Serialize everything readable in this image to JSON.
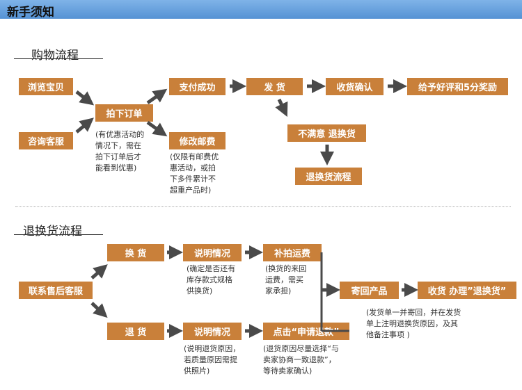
{
  "header": {
    "title": "新手须知"
  },
  "shopping": {
    "title": "购物流程",
    "boxes": {
      "browse": "浏览宝贝",
      "consult": "咨询客服",
      "order": "拍下订单",
      "paid": "支付成功",
      "ship": "发  货",
      "confirm": "收货确认",
      "rate": "给予好评和5分奖励",
      "modify": "修改邮费",
      "unsatisfied": "不满意  退换货",
      "return_flow": "退换货流程"
    },
    "notes": {
      "order_note": "(有优惠活动的\n情况下，需在\n拍下订单后才\n能看到优惠)",
      "modify_note": "(仅限有邮费优\n惠活动，或拍\n下多件累计不\n超重产品时)"
    }
  },
  "returns": {
    "title": "退换货流程",
    "boxes": {
      "contact": "联系售后客服",
      "exchange": "换  货",
      "explain1": "说明情况",
      "pay_fee": "补拍运费",
      "refund": "退  货",
      "explain2": "说明情况",
      "click_refund": "点击“申请退款”",
      "send_back": "寄回产品",
      "receive": "收货  办理”退换货”"
    },
    "notes": {
      "explain1_note": "(确定是否还有\n库存款式规格\n供换货)",
      "pay_fee_note": "(换货的来回\n运费，需买\n家承担)",
      "explain2_note": "(说明退货原因，\n若质量原因需提\n供照片)",
      "click_refund_note": "(退货原因尽量选择“与\n卖家协商一致退款”，\n等待卖家确认)",
      "send_back_note": "(发货单一并寄回，并在发货\n单上注明退换货原因，及其\n他备注事项  )"
    }
  },
  "colors": {
    "box": "#c9803a",
    "arrow": "#4a4a4a",
    "header": "#5592d4"
  }
}
